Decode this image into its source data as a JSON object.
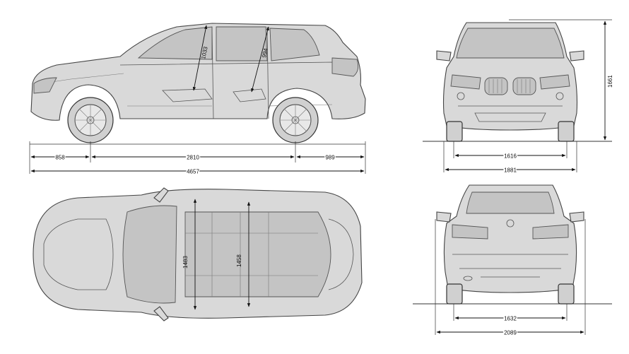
{
  "dimensions": {
    "front_overhang": "858",
    "wheelbase": "2810",
    "rear_overhang": "989",
    "overall_length": "4657",
    "front_headroom": "1033",
    "rear_headroom": "994",
    "overall_height": "1661",
    "front_track": "1616",
    "body_width": "1881",
    "front_shoulder_width": "1483",
    "rear_shoulder_width": "1458",
    "rear_track": "1632",
    "width_with_mirrors": "2089"
  },
  "colors": {
    "body": "#d9d9d9",
    "glass": "#c4c4c4",
    "outline": "#444444",
    "dimension": "#111111"
  }
}
